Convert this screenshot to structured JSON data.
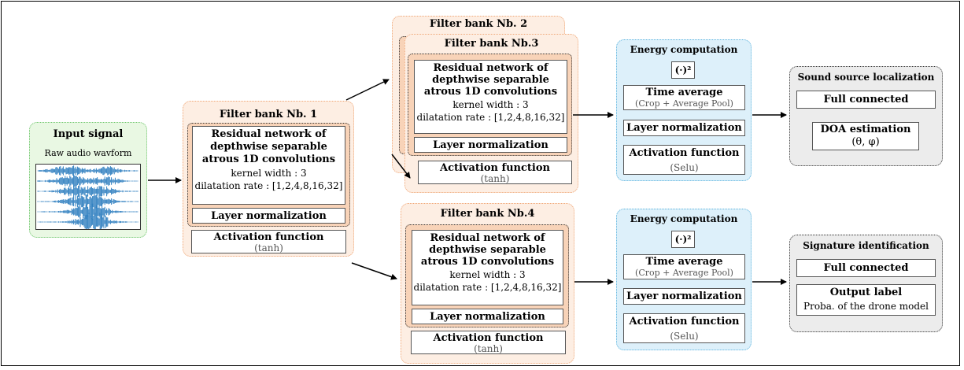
{
  "input": {
    "title": "Input signal",
    "subtitle": "Raw audio wavform"
  },
  "filter_banks": [
    {
      "title": "Filter bank Nb. 1",
      "res_lines": [
        "Residual network of",
        "depthwise separable",
        "atrous 1D convolutions"
      ],
      "kernel": "kernel width : 3",
      "dilation": "dilatation rate : [1,2,4,8,16,32]",
      "norm": "Layer normalization",
      "act_title": "Activation function",
      "act_sub": "(tanh)"
    },
    {
      "title": "Filter bank Nb. 2"
    },
    {
      "title": "Filter bank Nb.3",
      "res_lines": [
        "Residual network of",
        "depthwise separable",
        "atrous 1D convolutions"
      ],
      "kernel": "kernel width : 3",
      "dilation": "dilatation rate : [1,2,4,8,16,32]",
      "norm": "Layer normalization",
      "act_title": "Activation function",
      "act_sub": "(tanh)"
    },
    {
      "title": "Filter bank Nb.4",
      "res_lines": [
        "Residual network of",
        "depthwise separable",
        "atrous 1D convolutions"
      ],
      "kernel": "kernel width : 3",
      "dilation": "dilatation rate : [1,2,4,8,16,32]",
      "norm": "Layer normalization",
      "act_title": "Activation function",
      "act_sub": "(tanh)"
    }
  ],
  "energy_blocks": [
    {
      "title": "Energy computation",
      "square": "(·)²",
      "avg_title": "Time average",
      "avg_sub": "(Crop + Average Pool)",
      "norm": "Layer normalization",
      "act_title": "Activation function",
      "act_sub": "(Selu)"
    },
    {
      "title": "Energy computation",
      "square": "(·)²",
      "avg_title": "Time average",
      "avg_sub": "(Crop + Average Pool)",
      "norm": "Layer normalization",
      "act_title": "Activation function",
      "act_sub": "(Selu)"
    }
  ],
  "localization": {
    "title": "Sound source localization",
    "fc": "Full connected",
    "doa_title": "DOA estimation",
    "doa_sub": "(θ, φ)"
  },
  "identification": {
    "title": "Signature identification",
    "fc": "Full connected",
    "out_title": "Output label",
    "out_sub": "Proba. of the drone model"
  },
  "colors": {
    "orange_outer": "#fdeee3",
    "orange_inner": "#f8d3b8",
    "blue": "#ddf0fa",
    "green": "#e9f8e3",
    "grey": "#ececec",
    "wave": "#2f7fc0"
  }
}
